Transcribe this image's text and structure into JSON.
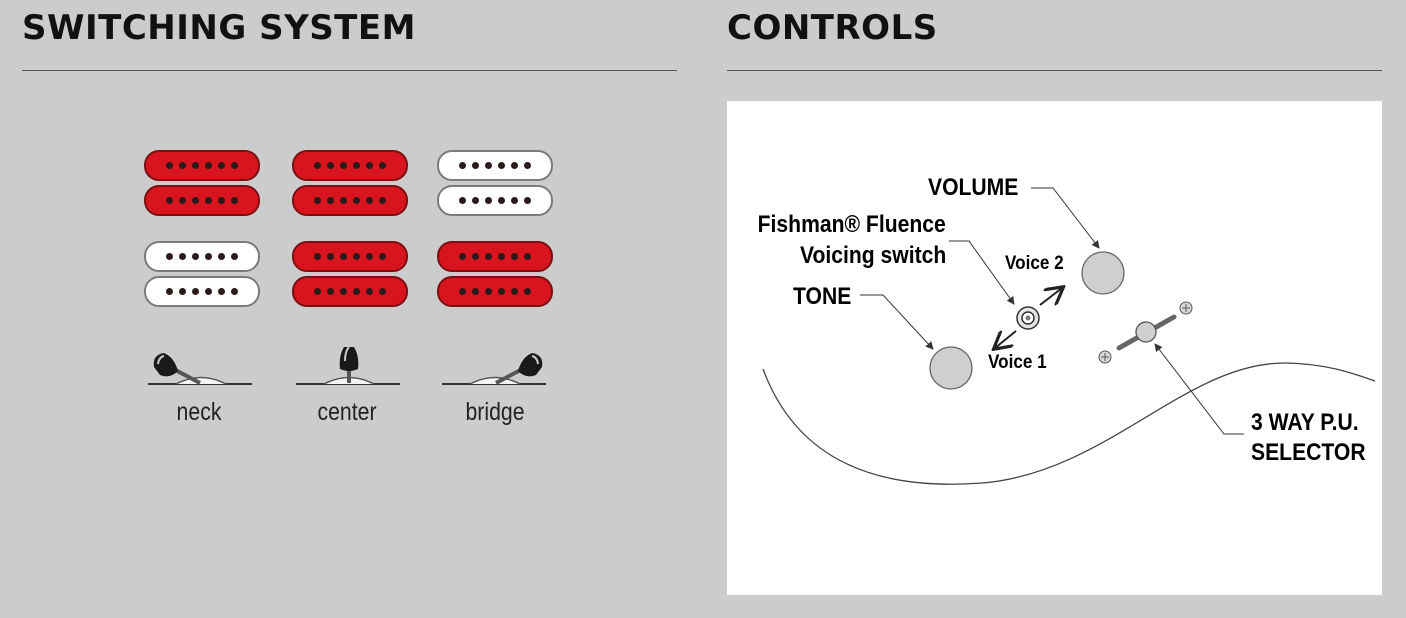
{
  "switching_system": {
    "title": "SWITCHING SYSTEM",
    "positions": [
      {
        "label": "neck",
        "pickups": {
          "neck": "active",
          "bridge": "off"
        }
      },
      {
        "label": "center",
        "pickups": {
          "neck": "active",
          "bridge": "active"
        }
      },
      {
        "label": "bridge",
        "pickups": {
          "neck": "off",
          "bridge": "active"
        }
      }
    ],
    "colors": {
      "active_pickup": "#d8141f",
      "inactive_pickup": "#ffffff",
      "background": "#cccccc"
    }
  },
  "controls": {
    "title": "CONTROLS",
    "labels": {
      "volume": "VOLUME",
      "fishman_line1": "Fishman® Fluence",
      "fishman_line2": "Voicing switch",
      "tone": "TONE",
      "voice2": "Voice 2",
      "voice1": "Voice 1",
      "selector_line1": "3 WAY P.U.",
      "selector_line2": "SELECTOR"
    },
    "colors": {
      "knob": "#cfcfcf",
      "panel": "#ffffff"
    }
  }
}
